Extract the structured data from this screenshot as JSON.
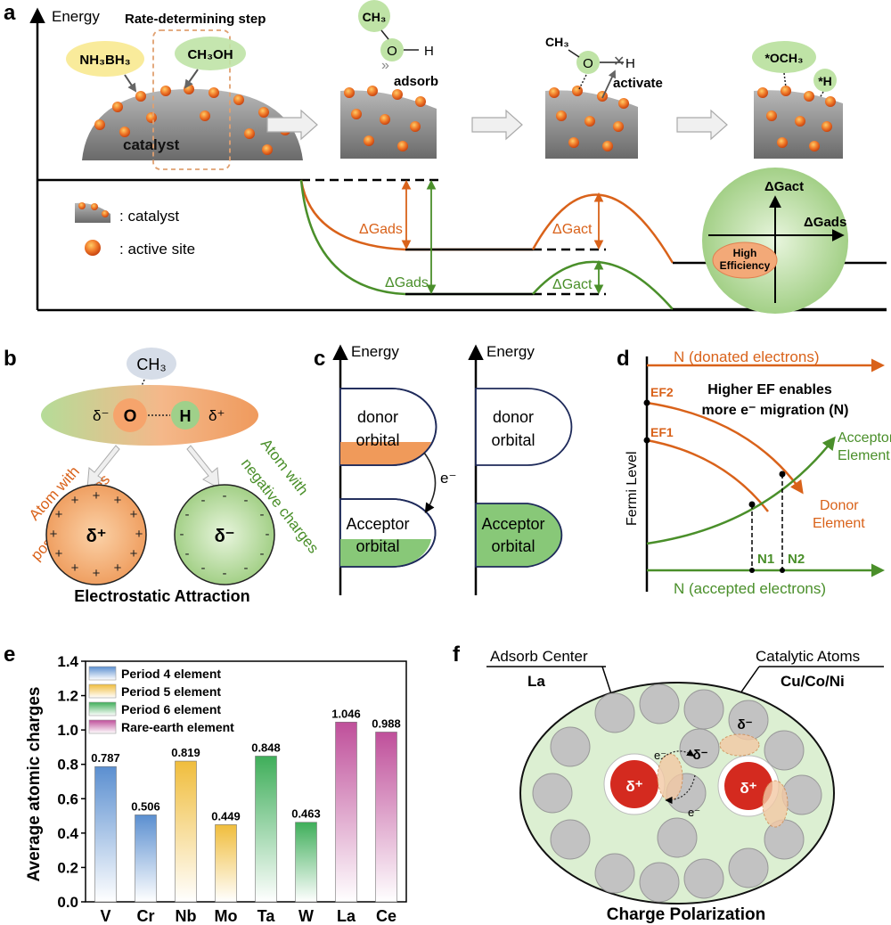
{
  "colors": {
    "orange": "#d9621a",
    "green": "#4a8f2a",
    "gray": "#8c8c8c",
    "red": "#d42a1f"
  },
  "panel_a": {
    "label": "a",
    "axis_label": "Energy",
    "rds_label": "Rate-determining step",
    "nh3bh3": "NH₃BH₃",
    "ch3oh": "CH₃OH",
    "catalyst_text": "catalyst",
    "ch3_1": "CH₃",
    "o_1": "O",
    "h_1": "H",
    "adsorb": "adsorb",
    "ch3_2": "CH₃",
    "o_2": "O",
    "h_2": "H",
    "activate": "activate",
    "och3": "*OCH₃",
    "h_star": "*H",
    "legend_catalyst": ": catalyst",
    "legend_site": ": active site",
    "dg_ads_orange": "ΔGads",
    "dg_act_orange": "ΔGact",
    "dg_ads_green": "ΔGads",
    "dg_act_green": "ΔGact",
    "inset_dg_act": "ΔGact",
    "inset_dg_ads": "ΔGads",
    "high_eff_1": "High",
    "high_eff_2": "Efficiency"
  },
  "panel_b": {
    "label": "b",
    "ch3": "CH₃",
    "o": "O",
    "h": "H",
    "delta_minus": "δ⁻",
    "delta_plus": "δ⁺",
    "left_caption_1": "Atom with",
    "left_caption_2": "positive charges",
    "right_caption_1": "Atom with",
    "right_caption_2": "negative charges",
    "sphere_plus": "δ⁺",
    "sphere_minus": "δ⁻",
    "title": "Electrostatic Attraction"
  },
  "panel_c": {
    "label": "c",
    "energy_1": "Energy",
    "energy_2": "Energy",
    "donor_1": "donor",
    "donor_2": "orbital",
    "donor_3": "donor",
    "donor_4": "orbital",
    "acc_1": "Acceptor",
    "acc_2": "orbital",
    "acc_3": "Acceptor",
    "acc_4": "orbital",
    "electron": "e⁻"
  },
  "panel_d": {
    "label": "d",
    "n_donated": "N (donated electrons)",
    "n_accepted": "N (accepted electrons)",
    "higher_ef_1": "Higher EF enables",
    "higher_ef_2": "more e⁻ migration (N)",
    "ef2": "EF2",
    "ef1": "EF1",
    "fermi": "Fermi Level",
    "acceptor_1": "Acceptor",
    "acceptor_2": "Element",
    "donor_1": "Donor",
    "donor_2": "Element",
    "n1": "N1",
    "n2": "N2"
  },
  "panel_e": {
    "label": "e",
    "chart_data": {
      "type": "bar",
      "categories": [
        "V",
        "Cr",
        "Nb",
        "Mo",
        "Ta",
        "W",
        "La",
        "Ce"
      ],
      "values": [
        0.787,
        0.506,
        0.819,
        0.449,
        0.848,
        0.463,
        1.046,
        0.988
      ],
      "value_labels": [
        "0.787",
        "0.506",
        "0.819",
        "0.449",
        "0.848",
        "0.463",
        "1.046",
        "0.988"
      ],
      "groups": [
        "Period 4 element",
        "Period 4 element",
        "Period 5 element",
        "Period 5 element",
        "Period 6 element",
        "Period 6 element",
        "Rare-earth element",
        "Rare-earth element"
      ],
      "legend": [
        {
          "name": "Period 4 element",
          "color": "#5b8fd0"
        },
        {
          "name": "Period 5 element",
          "color": "#f0bd3c"
        },
        {
          "name": "Period 6 element",
          "color": "#3fae5a"
        },
        {
          "name": "Rare-earth element",
          "color": "#bf4f9a"
        }
      ],
      "ylabel": "Average atomic charges",
      "xlabel": "",
      "ylim": [
        0,
        1.4
      ],
      "yticks": [
        "0.0",
        "0.2",
        "0.4",
        "0.6",
        "0.8",
        "1.0",
        "1.2",
        "1.4"
      ],
      "legend_position": "top-left"
    }
  },
  "panel_f": {
    "label": "f",
    "adsorb_center": "Adsorb Center",
    "la": "La",
    "catalytic_atoms": "Catalytic Atoms",
    "cu_co_ni": "Cu/Co/Ni",
    "delta_plus_1": "δ⁺",
    "delta_plus_2": "δ⁺",
    "delta_minus_1": "δ⁻",
    "delta_minus_2": "δ⁻",
    "e1": "e⁻",
    "e2": "e⁻",
    "title": "Charge Polarization"
  }
}
